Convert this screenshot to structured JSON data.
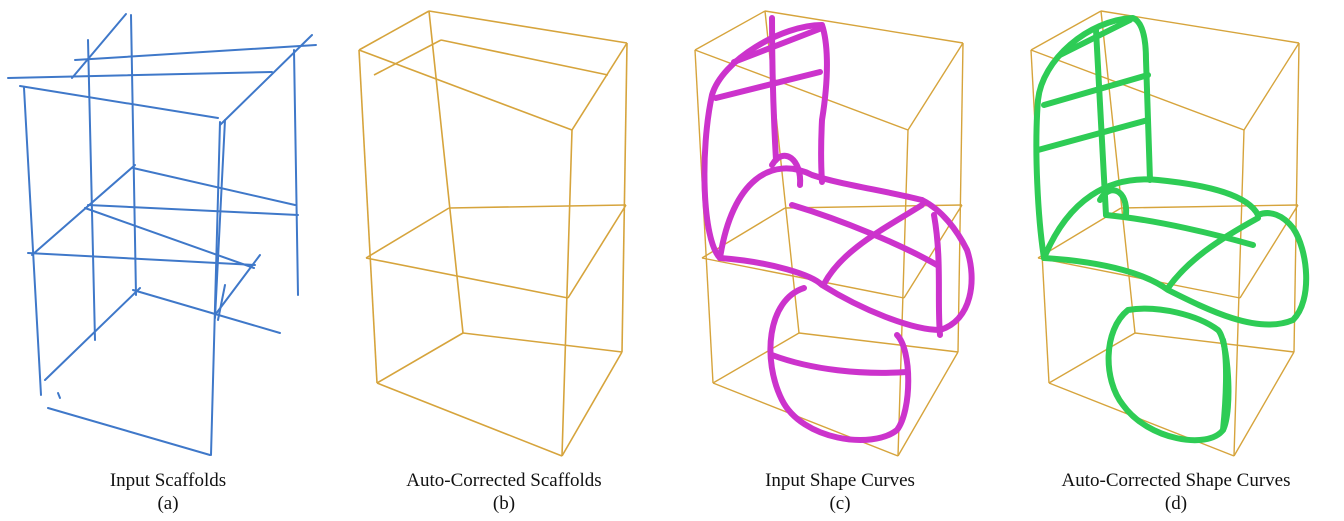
{
  "colors": {
    "scaffold_input": "#3f78c9",
    "scaffold_corrected": "#d6a43c",
    "curve_input": "#cc33cc",
    "curve_corrected": "#2ecc55"
  },
  "panels": [
    {
      "title": "Input Scaffolds",
      "label": "(a)"
    },
    {
      "title": "Auto-Corrected Scaffolds",
      "label": "(b)"
    },
    {
      "title": "Input Shape Curves",
      "label": "(c)"
    },
    {
      "title": "Auto-Corrected Shape Curves",
      "label": "(d)"
    }
  ]
}
